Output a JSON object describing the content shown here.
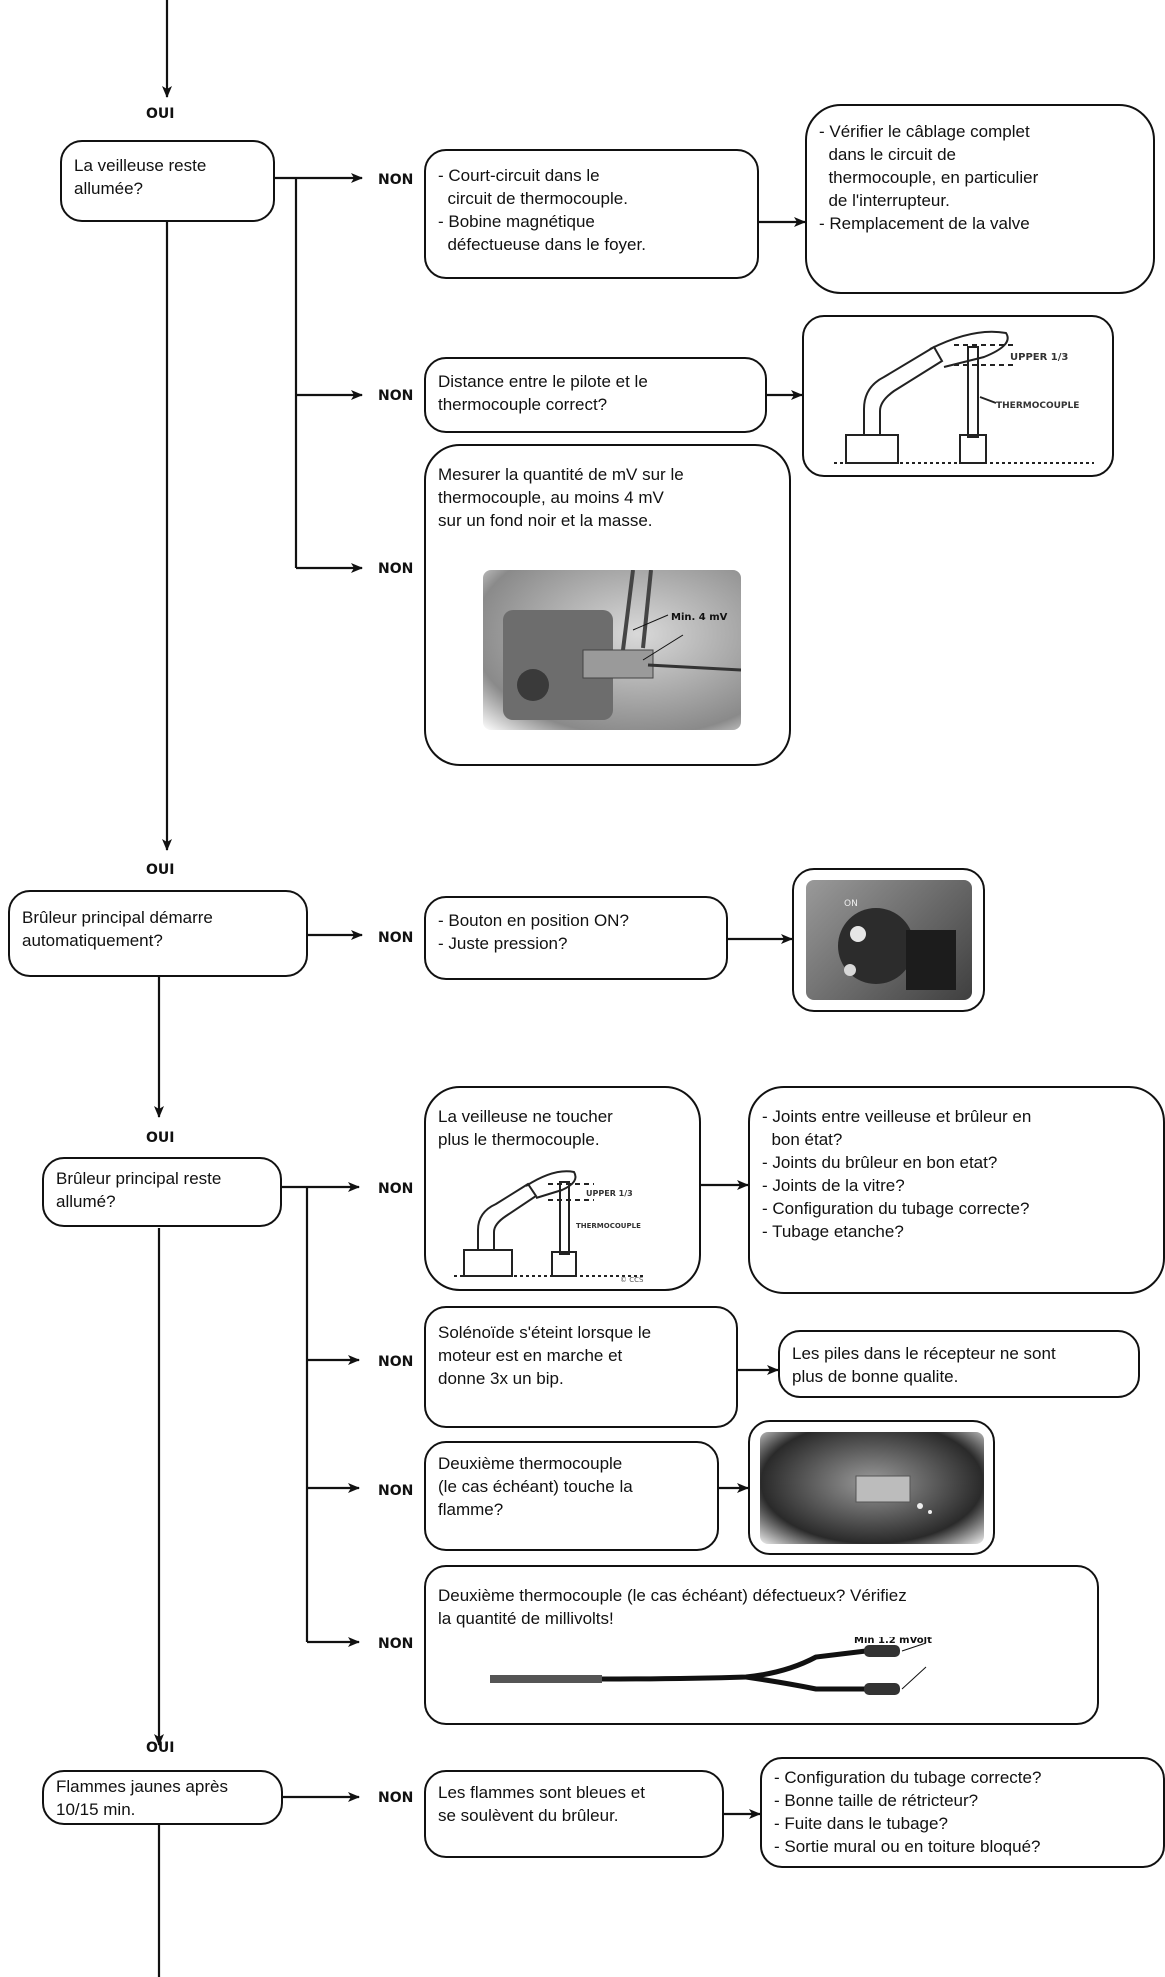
{
  "labels": {
    "yes": "OUI",
    "no": "NON"
  },
  "pilot": {
    "question": [
      "La veilleuse reste",
      "allumée?"
    ],
    "no1_cause": [
      "- Court-circuit dans le",
      "  circuit de thermocouple.",
      "- Bobine magnétique",
      "  défectueuse dans le foyer."
    ],
    "no1_action": [
      "- Vérifier le câblage complet",
      "  dans le circuit de",
      "  thermocouple, en particulier",
      "  de l'interrupteur.",
      "- Remplacement de la valve"
    ],
    "no2_cause": [
      "Distance entre le pilote et le",
      "thermocouple correct?"
    ],
    "no2_diagram": {
      "label_upper": "UPPER 1/3",
      "label_thermo": "THERMOCOUPLE"
    },
    "no3_cause": [
      "Mesurer la quantité de mV sur le",
      "thermocouple, au moins 4 mV",
      "sur un fond noir et la masse."
    ],
    "no3_photo_label": "Min. 4 mV"
  },
  "main_start": {
    "question": [
      "Brûleur principal démarre",
      "automatiquement?"
    ],
    "no_cause": [
      "- Bouton en position ON?",
      "- Juste pression?"
    ],
    "photo_label": "ON"
  },
  "main_stays": {
    "question": [
      "Brûleur principal reste",
      "allumé?"
    ],
    "no1_cause": [
      "La veilleuse ne toucher",
      "plus le thermocouple."
    ],
    "no1_diagram": {
      "label_upper": "UPPER 1/3",
      "label_thermo": "THERMOCOUPLE",
      "copyright": "© CCS"
    },
    "no1_action": [
      "- Joints entre veilleuse et brûleur en",
      "  bon état?",
      "- Joints du brûleur en bon etat?",
      "- Joints de la vitre?",
      "- Configuration du tubage correcte?",
      "- Tubage etanche?"
    ],
    "no2_cause": [
      "Solénoïde s'éteint lorsque le",
      "moteur est en marche et",
      "donne 3x un bip."
    ],
    "no2_action": [
      "Les piles dans le récepteur ne sont",
      "plus de bonne qualite."
    ],
    "no3_cause": [
      "Deuxième thermocouple",
      "(le cas échéant) touche la",
      "flamme?"
    ],
    "no4_cause": [
      "Deuxième thermocouple (le cas échéant) défectueux? Vérifiez",
      "la quantité de millivolts!"
    ],
    "no4_photo_label": "Min 1.2 mVolt"
  },
  "yellow": {
    "question": [
      "Flammes jaunes après",
      "10/15 min."
    ],
    "no_cause": [
      "Les flammes sont bleues et",
      "se soulèvent du brûleur."
    ],
    "no_action": [
      "- Configuration du tubage correcte?",
      "- Bonne taille de rétricteur?",
      "- Fuite dans le tubage?",
      "- Sortie mural ou en toiture bloqué?"
    ]
  }
}
